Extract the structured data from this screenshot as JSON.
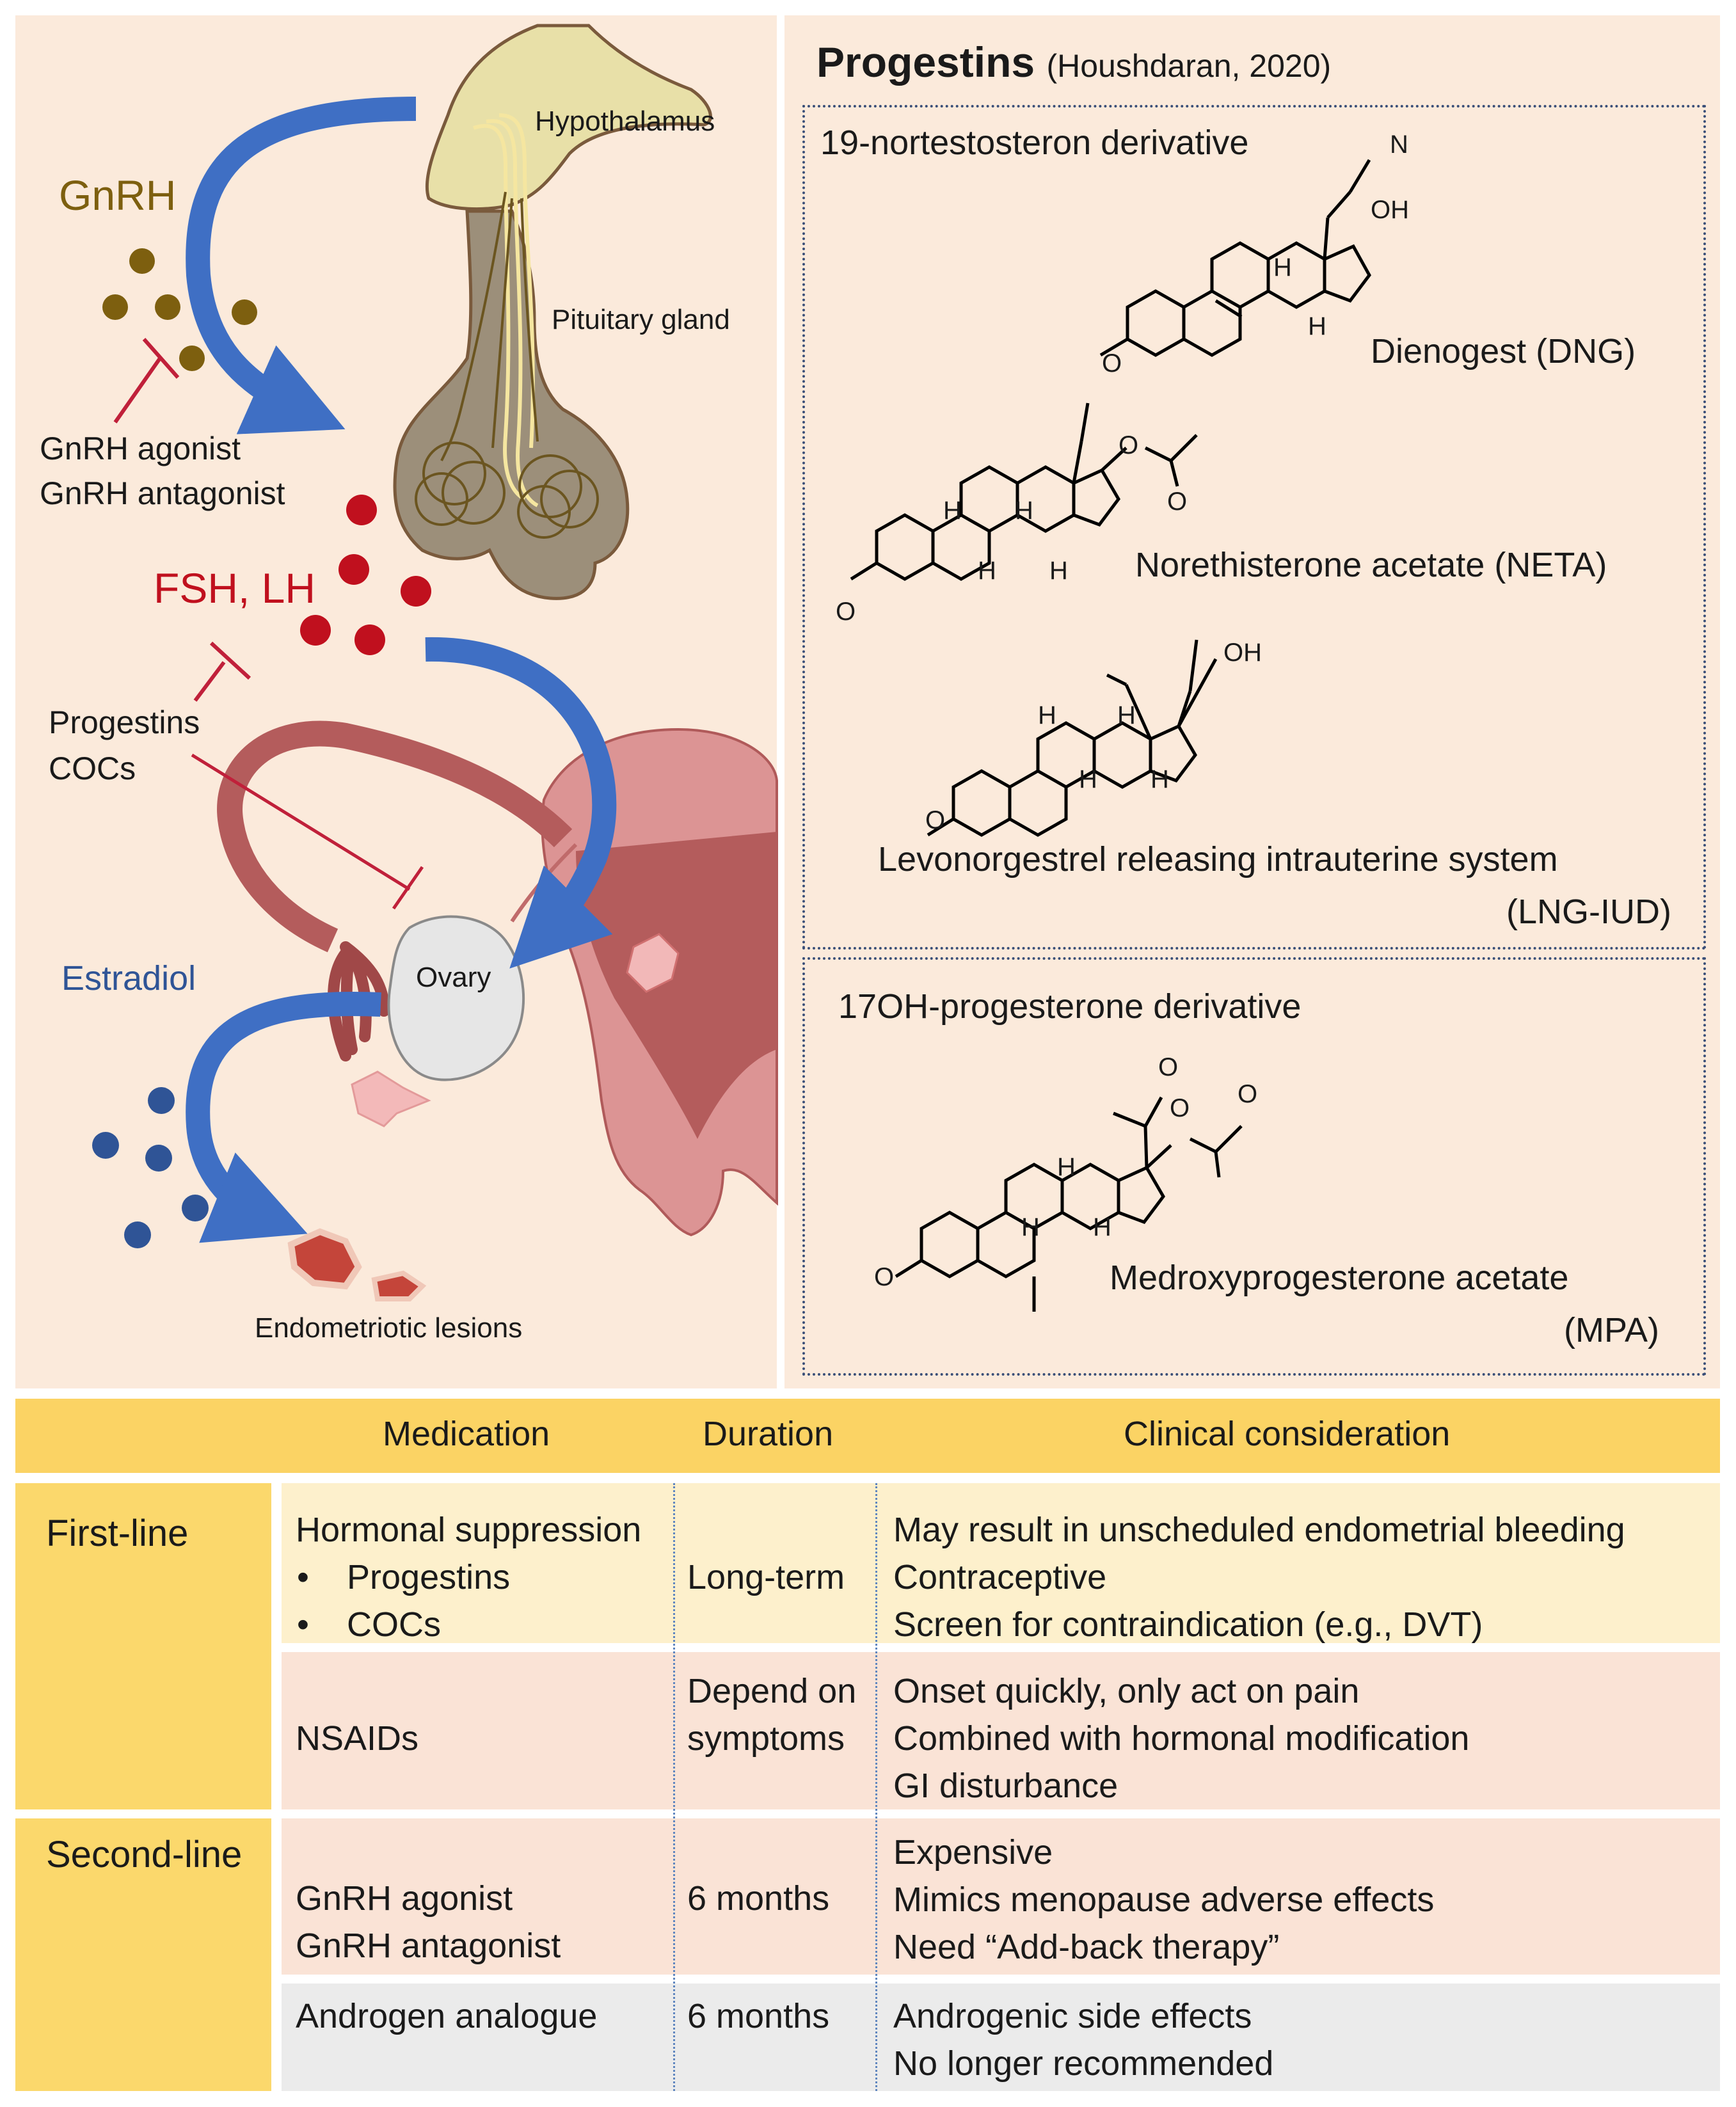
{
  "left_panel": {
    "gnrh": "GnRH",
    "hypothalamus": "Hypothalamus",
    "pituitary_gland": "Pituitary gland",
    "gnrh_agonist": "GnRH agonist",
    "gnrh_antagonist": "GnRH antagonist",
    "fsh_lh": "FSH, LH",
    "progestins": "Progestins",
    "cocs": "COCs",
    "estradiol": "Estradiol",
    "ovary": "Ovary",
    "endometriotic_lesions": "Endometriotic lesions",
    "colors": {
      "gnrh": "#7d5f0f",
      "fsh_lh": "#c0101e",
      "estradiol": "#2f5496",
      "arrow": "#3f6fc4",
      "inhibit": "#c0203a"
    }
  },
  "right_panel": {
    "title": "Progestins",
    "citation": "(Houshdaran, 2020)",
    "group1": {
      "title": "19-nortestosteron derivative",
      "drugs": [
        {
          "name": "Dienogest (DNG)",
          "labels": {
            "n": "N",
            "oh": "OH",
            "h": "H",
            "o": "O"
          }
        },
        {
          "name": "Norethisterone acetate (NETA)",
          "labels": {
            "o": "O",
            "h": "H"
          }
        },
        {
          "name_line1": "Levonorgestrel releasing intrauterine system",
          "name_line2": "(LNG-IUD)",
          "labels": {
            "oh": "OH",
            "h": "H",
            "o": "O"
          }
        }
      ]
    },
    "group2": {
      "title": "17OH-progesterone derivative",
      "drugs": [
        {
          "name_line1": "Medroxyprogesterone acetate",
          "name_line2": "(MPA)",
          "labels": {
            "o": "O",
            "h": "H"
          }
        }
      ]
    }
  },
  "table": {
    "headers": {
      "medication": "Medication",
      "duration": "Duration",
      "clinical": "Clinical consideration"
    },
    "lines": {
      "first": "First-line",
      "second": "Second-line"
    },
    "rows": [
      {
        "medication": [
          "Hormonal suppression"
        ],
        "bullets": [
          "Progestins",
          "COCs"
        ],
        "duration": [
          "Long-term"
        ],
        "clinical": [
          "May result in unscheduled endometrial  bleeding",
          "Contraceptive",
          "Screen for contraindication (e.g., DVT)"
        ]
      },
      {
        "medication": [
          "NSAIDs"
        ],
        "duration": [
          "Depend on",
          "symptoms"
        ],
        "clinical": [
          "Onset quickly, only act on pain",
          "Combined with hormonal modification",
          "GI disturbance"
        ]
      },
      {
        "medication": [
          "GnRH agonist",
          "GnRH antagonist"
        ],
        "duration": [
          "6 months"
        ],
        "clinical": [
          "Expensive",
          "Mimics menopause adverse effects",
          "Need “Add-back therapy”"
        ]
      },
      {
        "medication": [
          "Androgen analogue"
        ],
        "duration": [
          "6 months"
        ],
        "clinical": [
          "Androgenic side effects",
          "No longer recommended"
        ]
      }
    ],
    "colors": {
      "header": "#fbd364",
      "line_cell": "#fbd86c",
      "row_yellow": "#fdf0cc",
      "row_peach": "#fae3d6",
      "row_gray": "#ebebeb"
    }
  }
}
